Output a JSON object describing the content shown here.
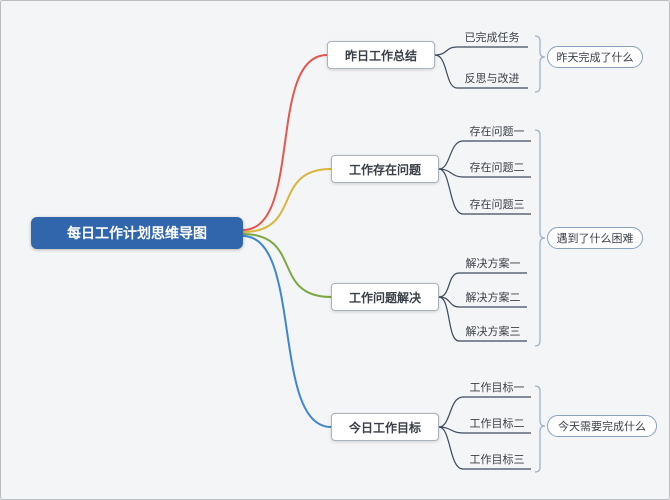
{
  "root": {
    "label": "每日工作计划思维导图",
    "bg": "#3166ad"
  },
  "palette": {
    "connector": "#3d4a5c",
    "summary_line": "#9fb3c9"
  },
  "branches": [
    {
      "label": "昨日工作总结",
      "color": "#e4574d",
      "children": [
        "已完成任务",
        "反思与改进"
      ]
    },
    {
      "label": "工作存在问题",
      "color": "#d9b53a",
      "children": [
        "存在问题一",
        "存在问题二",
        "存在问题三"
      ]
    },
    {
      "label": "工作问题解决",
      "color": "#7ba842",
      "children": [
        "解决方案一",
        "解决方案二",
        "解决方案三"
      ]
    },
    {
      "label": "今日工作目标",
      "color": "#3f86cf",
      "children": [
        "工作目标一",
        "工作目标二",
        "工作目标三"
      ]
    }
  ],
  "summaries": [
    {
      "label": "昨天完成了什么"
    },
    {
      "label": "遇到了什么困难"
    },
    {
      "label": "今天需要完成什么"
    }
  ]
}
